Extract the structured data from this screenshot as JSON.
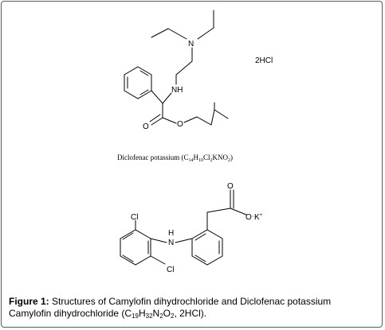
{
  "figure": {
    "label": "Figure 1:",
    "caption_line1": " Structures of Camylofin dihydrochloride and Diclofenac potassium",
    "caption_line2_prefix": "Camylofin dihydrochloride (C",
    "caption_sub_c": "19",
    "caption_h": "H",
    "caption_sub_h": "32",
    "caption_n": "N",
    "caption_sub_n": "2",
    "caption_o": "O",
    "caption_sub_o": "2",
    "caption_suffix": ", 2HCl)."
  },
  "camylofin": {
    "atom_n_amine": "N",
    "atom_nh": "NH",
    "atom_o_carbonyl": "O",
    "atom_o_ester": "O",
    "salt": "2HCl"
  },
  "diclofenac": {
    "label_name": "Diclofenac potassium (C",
    "sub_c": "14",
    "h": "H",
    "sub_h": "10",
    "cl": "Cl",
    "sub_cl": "2",
    "kno": "KNO",
    "sub_o": "2",
    "close": ")",
    "atom_o_carbonyl": "O",
    "atom_o_anion": "O",
    "atom_k": "K",
    "atom_k_charge": "+",
    "atom_cl_top": "Cl",
    "atom_cl_bottom": "Cl",
    "atom_nh": "H",
    "atom_nh_n": "N"
  }
}
